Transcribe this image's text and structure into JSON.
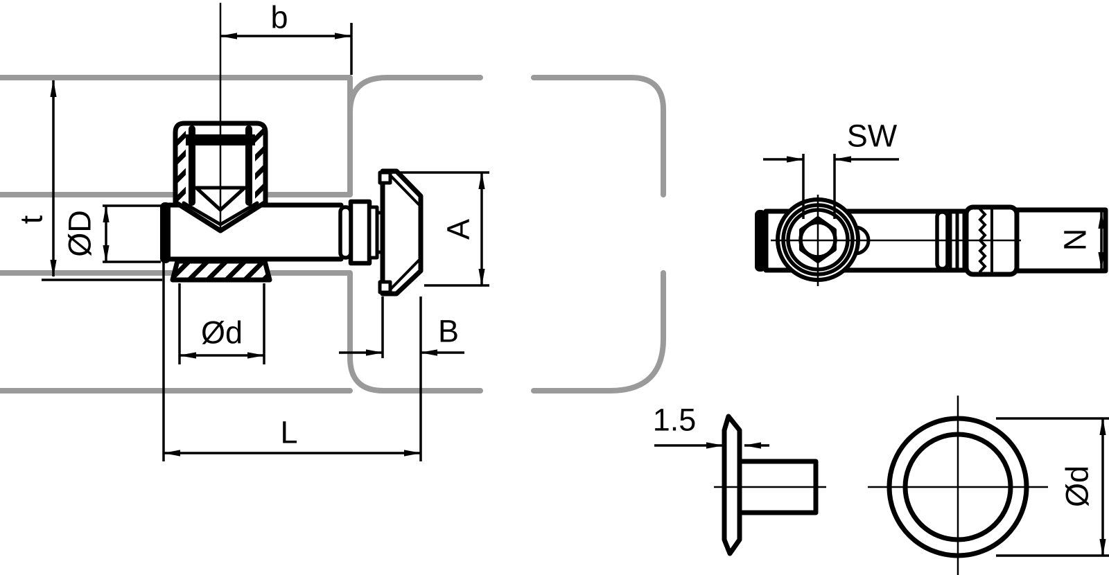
{
  "drawing": {
    "labels": {
      "b": "b",
      "t": "t",
      "D_shaft": "ØD",
      "d_hole": "Ød",
      "L_total": "L",
      "A_head": "A",
      "B_head": "B",
      "SW_socket": "SW",
      "N_head": "N",
      "washer_thickness": "1.5",
      "d_washer": "Ød"
    },
    "colors": {
      "line": "#000000",
      "profile": "#9a9a9a",
      "background": "#ffffff"
    }
  }
}
